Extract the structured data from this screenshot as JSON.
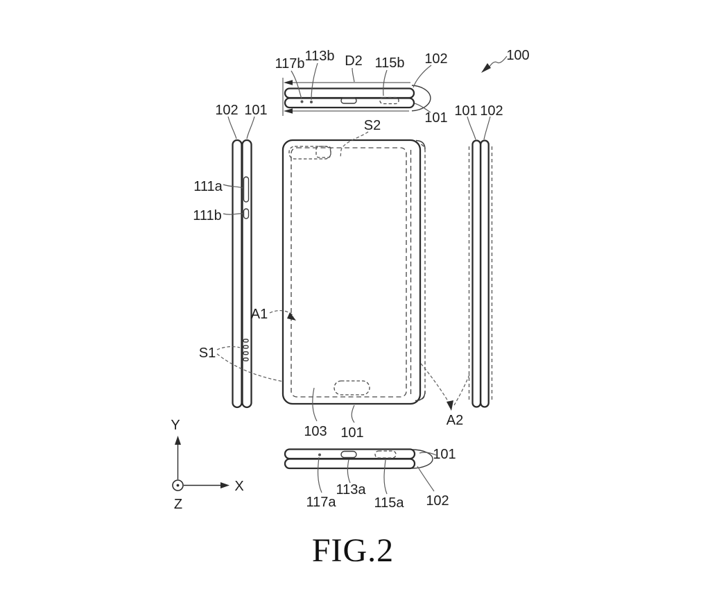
{
  "figure": {
    "title": "FIG.2",
    "reference": "100"
  },
  "colors": {
    "ink": "#2b2b2b",
    "background": "#ffffff"
  },
  "top_view": {
    "labels": {
      "l117b": "117b",
      "l113b": "113b",
      "d2": "D2",
      "l115b": "115b",
      "l102": "102",
      "l101": "101",
      "l100": "100",
      "s2": "S2"
    }
  },
  "left_view": {
    "labels": {
      "l102": "102",
      "l101": "101",
      "l111a": "111a",
      "l111b": "111b",
      "s1": "S1"
    }
  },
  "front_view": {
    "labels": {
      "a1": "A1",
      "a2": "A2",
      "l103": "103",
      "l101": "101"
    }
  },
  "right_view": {
    "labels": {
      "l101": "101",
      "l102": "102"
    }
  },
  "bottom_view": {
    "labels": {
      "l101": "101",
      "l102": "102",
      "l117a": "117a",
      "l113a": "113a",
      "l115a": "115a"
    }
  },
  "axes": {
    "x": "X",
    "y": "Y",
    "z": "Z"
  }
}
